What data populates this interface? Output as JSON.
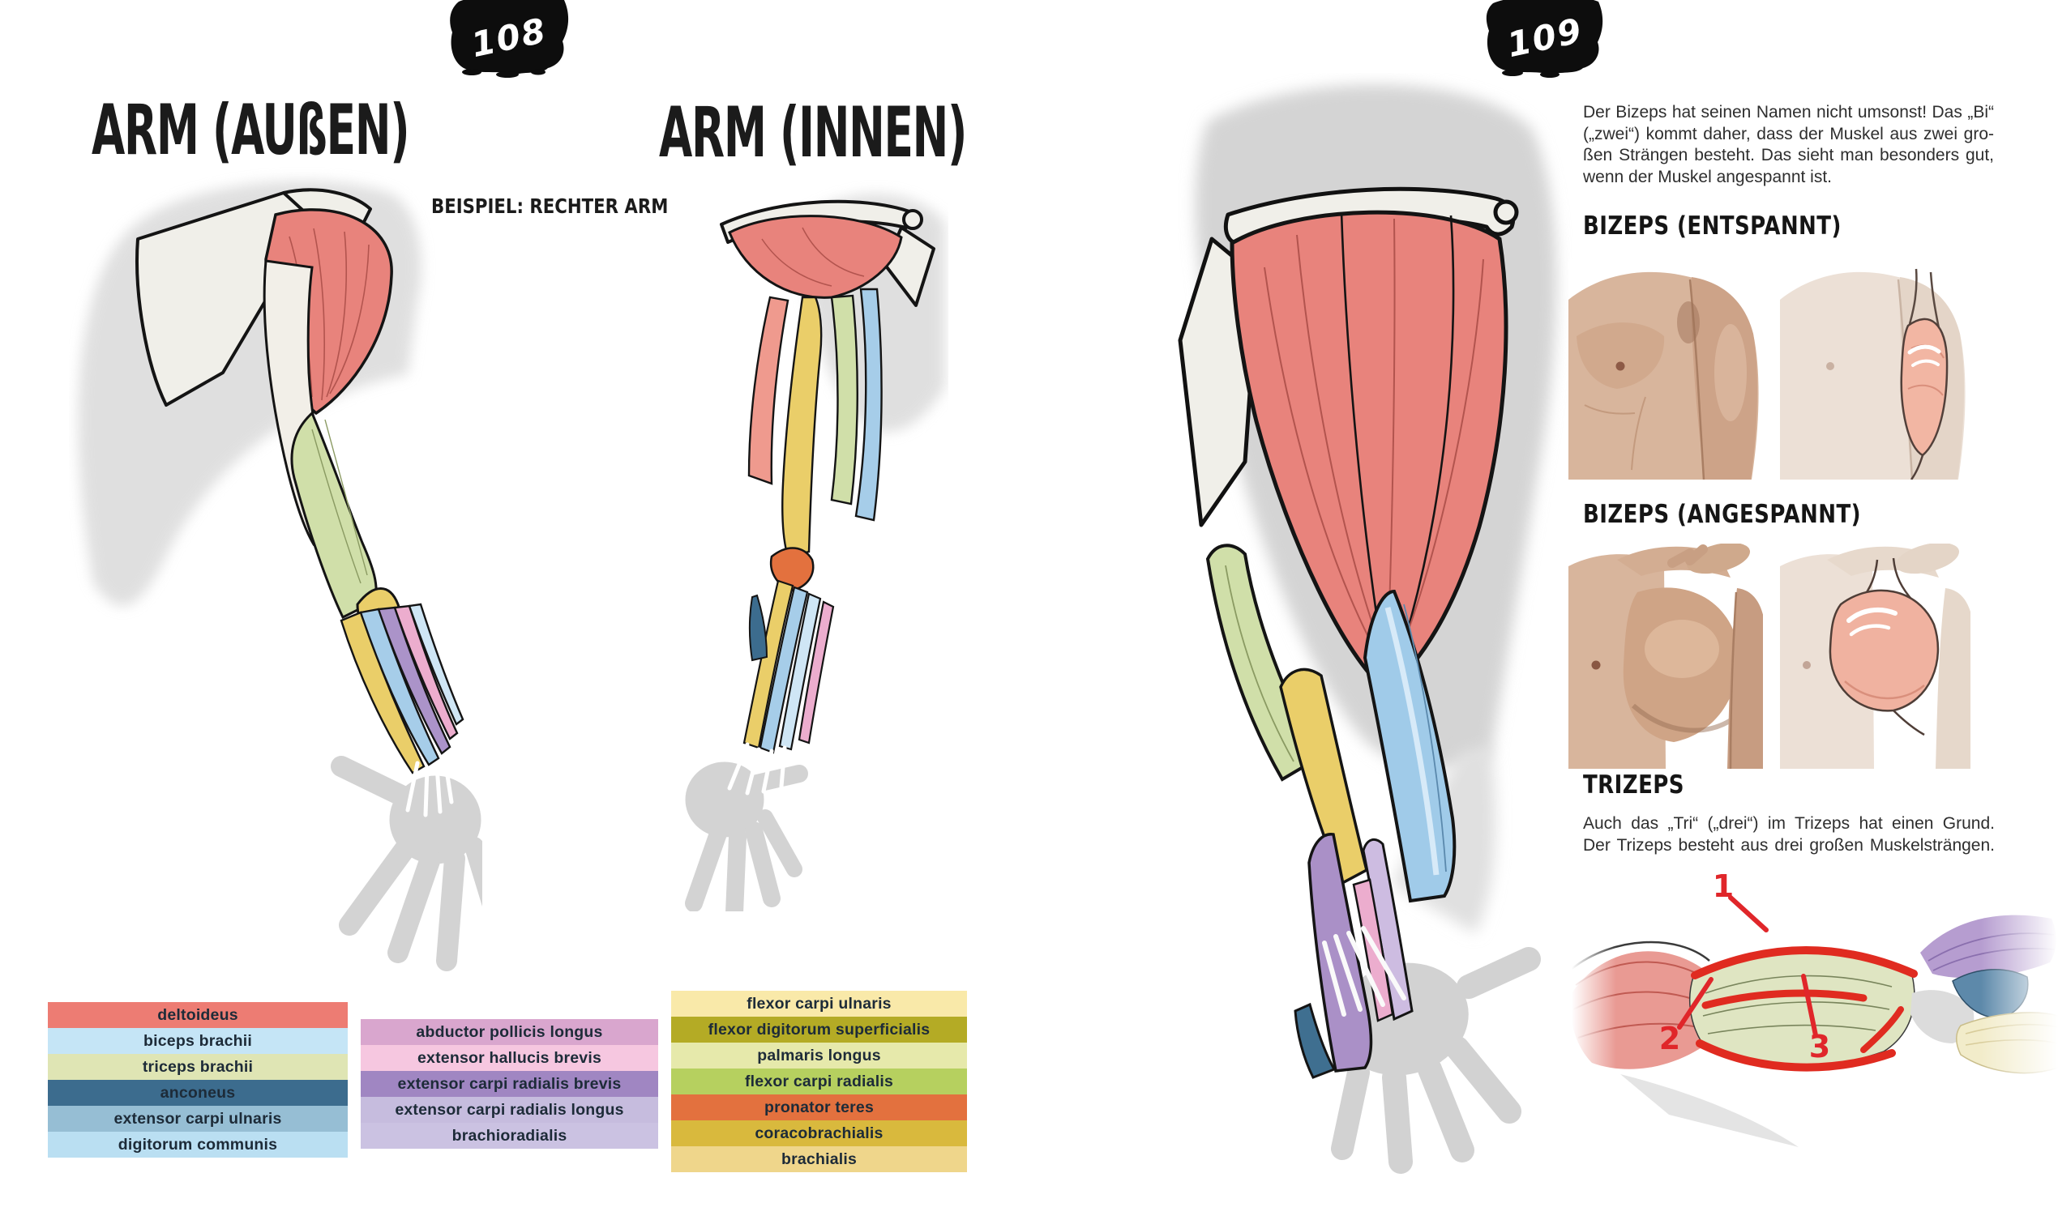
{
  "spread": {
    "left_page_number": "108",
    "right_page_number": "109"
  },
  "left_page": {
    "title_outer": "ARM (AUßEN)",
    "title_inner": "ARM (INNEN)",
    "subtitle": "BEISPIEL: RECHTER ARM",
    "legend_col1": [
      {
        "label": "deltoideus",
        "color": "#ed7c73"
      },
      {
        "label": "biceps brachii",
        "color": "#c5e5f6"
      },
      {
        "label": "triceps brachii",
        "color": "#dfe5b4"
      },
      {
        "label": "anconeus",
        "color": "#3c6c8e"
      },
      {
        "label": "extensor carpi ulnaris",
        "color": "#96bed4"
      },
      {
        "label": "digitorum communis",
        "color": "#badff2"
      }
    ],
    "legend_col2": [
      {
        "label": "abductor pollicis longus",
        "color": "#d9a6ce"
      },
      {
        "label": "extensor hallucis brevis",
        "color": "#f6c7e0"
      },
      {
        "label": "extensor carpi radialis brevis",
        "color": "#a086c2"
      },
      {
        "label": "extensor carpi radialis longus",
        "color": "#c6bcde"
      },
      {
        "label": "brachioradialis",
        "color": "#cbc2e2"
      }
    ],
    "legend_col3": [
      {
        "label": "flexor carpi ulnaris",
        "color": "#f9e9a9"
      },
      {
        "label": "flexor digitorum superficialis",
        "color": "#b4ab25"
      },
      {
        "label": "palmaris longus",
        "color": "#e6e9ab"
      },
      {
        "label": "flexor carpi radialis",
        "color": "#b6d05f"
      },
      {
        "label": "pronator teres",
        "color": "#e3713e"
      },
      {
        "label": "coracobrachialis",
        "color": "#d9b93d"
      },
      {
        "label": "brachialis",
        "color": "#efd68b"
      }
    ]
  },
  "right_page": {
    "intro_lines": [
      "Der Bizeps hat seinen Namen nicht umsonst! Das „Bi“",
      "(„zwei“) kommt daher, dass der Muskel aus zwei gro-",
      "ßen Strängen besteht. Das sieht man besonders gut,",
      "wenn der Muskel angespannt ist."
    ],
    "biceps_relaxed_heading": "BIZEPS (ENTSPANNT)",
    "biceps_tensed_heading": "BIZEPS (ANGESPANNT)",
    "triceps_heading": "TRIZEPS",
    "triceps_lines": [
      "Auch das „Tri“ („drei“) im Trizeps hat einen Grund.",
      "Der Trizeps besteht aus drei großen Muskelsträngen."
    ],
    "triceps_labels": {
      "one": "1",
      "two": "2",
      "three": "3"
    }
  },
  "colors": {
    "accent_red": "#e0262a",
    "deltoid_red": "#e8837c",
    "biceps_blue": "#a0cbe9",
    "triceps_green": "#d0dfa9",
    "tendon_yellow": "#eace69",
    "forearm_purple": "#aa90c7",
    "anconeus_teal": "#3c6c8e",
    "silhouette_gray": "#d4d4d4",
    "ink_black": "#141414"
  }
}
